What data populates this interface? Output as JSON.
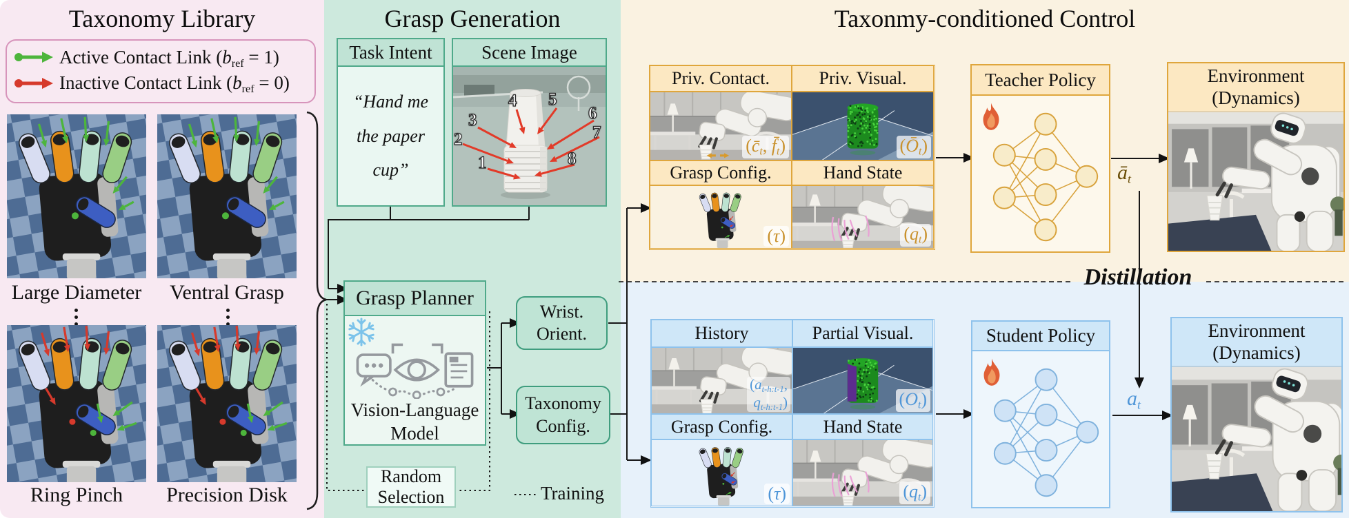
{
  "colors": {
    "library_pink": "#f8e9f2",
    "generation_mint": "#cde9dd",
    "teacher_cream": "#faf2e1",
    "student_sky": "#e7f1fa",
    "green_border": "#4fa98a",
    "orange_accent": "#dfa63c",
    "blue_accent": "#8ec2ec",
    "active_link_green": "#4db53c",
    "inactive_link_red": "#d63a2c",
    "teacher_math_orange": "#c9912c",
    "student_math_blue": "#4f96d8",
    "fire_orange": "#e05f36"
  },
  "library": {
    "title": "Taxonomy Library",
    "legend_active": [
      {
        "t": "Active Contact Link ("
      },
      {
        "t": "b",
        "i": true
      },
      {
        "t": "ref",
        "s": true
      },
      {
        "t": " = 1)"
      }
    ],
    "legend_inactive": [
      {
        "t": "Inactive Contact Link ("
      },
      {
        "t": "b",
        "i": true
      },
      {
        "t": "ref",
        "s": true
      },
      {
        "t": " = 0)"
      }
    ],
    "grasps": [
      "Large Diameter",
      "Ventral Grasp",
      "Ring Pinch",
      "Precision Disk"
    ]
  },
  "generation": {
    "title": "Grasp Generation",
    "task_intent": {
      "header": "Task Intent",
      "quote1": "“Hand me",
      "quote2": "the paper cup”"
    },
    "scene": {
      "header": "Scene Image",
      "numbers": [
        "1",
        "2",
        "3",
        "4",
        "5",
        "6",
        "7",
        "8"
      ]
    },
    "planner": {
      "header": "Grasp Planner",
      "model1": "Vision-Language",
      "model2": "Model"
    },
    "wrist": {
      "l1": "Wrist.",
      "l2": "Orient."
    },
    "taxcfg": {
      "l1": "Taxonomy",
      "l2": "Config."
    },
    "random": {
      "l1": "Random",
      "l2": "Selection"
    },
    "training": "Training"
  },
  "control": {
    "title": "Taxonmy-conditioned Control",
    "distillation": "Distillation",
    "teacher": {
      "obs_headers": [
        "Priv. Contact.",
        "Priv. Visual.",
        "Grasp Config.",
        "Hand State"
      ],
      "math_contact": [
        {
          "t": "("
        },
        {
          "t": "c̄",
          "i": true
        },
        {
          "t": "t",
          "s": true,
          "i": true
        },
        {
          "t": ", "
        },
        {
          "t": "f̄",
          "i": true
        },
        {
          "t": "t",
          "s": true,
          "i": true
        },
        {
          "t": ")"
        }
      ],
      "math_visual": [
        {
          "t": "("
        },
        {
          "t": "Ō",
          "i": true
        },
        {
          "t": "t",
          "s": true,
          "i": true
        },
        {
          "t": ")"
        }
      ],
      "math_grasp": [
        {
          "t": "("
        },
        {
          "t": "τ",
          "i": true
        },
        {
          "t": ")"
        }
      ],
      "math_hand": [
        {
          "t": "("
        },
        {
          "t": "q",
          "i": true
        },
        {
          "t": "t",
          "s": true,
          "i": true
        },
        {
          "t": ")"
        }
      ],
      "policy": "Teacher Policy",
      "action": [
        {
          "t": "ā",
          "i": true
        },
        {
          "t": "t",
          "s": true,
          "i": true
        }
      ],
      "env1": "Environment",
      "env2": "(Dynamics)"
    },
    "student": {
      "obs_headers": [
        "History",
        "Partial Visual.",
        "Grasp Config.",
        "Hand State"
      ],
      "math_hist1": [
        {
          "t": "("
        },
        {
          "t": "a",
          "i": true
        },
        {
          "t": "t-h:t-1",
          "s": true,
          "i": true
        },
        {
          "t": ","
        }
      ],
      "math_hist2": [
        {
          "t": "q",
          "i": true
        },
        {
          "t": "t-h:t-1",
          "s": true,
          "i": true
        },
        {
          "t": ")"
        }
      ],
      "math_visual": [
        {
          "t": "("
        },
        {
          "t": "O",
          "i": true
        },
        {
          "t": "t",
          "s": true,
          "i": true
        },
        {
          "t": ")"
        }
      ],
      "math_grasp": [
        {
          "t": "("
        },
        {
          "t": "τ",
          "i": true
        },
        {
          "t": ")"
        }
      ],
      "math_hand": [
        {
          "t": "("
        },
        {
          "t": "q",
          "i": true
        },
        {
          "t": "t",
          "s": true,
          "i": true
        },
        {
          "t": ")"
        }
      ],
      "policy": "Student Policy",
      "action": [
        {
          "t": "a",
          "i": true
        },
        {
          "t": "t",
          "s": true,
          "i": true
        }
      ],
      "env1": "Environment",
      "env2": "(Dynamics)"
    }
  }
}
